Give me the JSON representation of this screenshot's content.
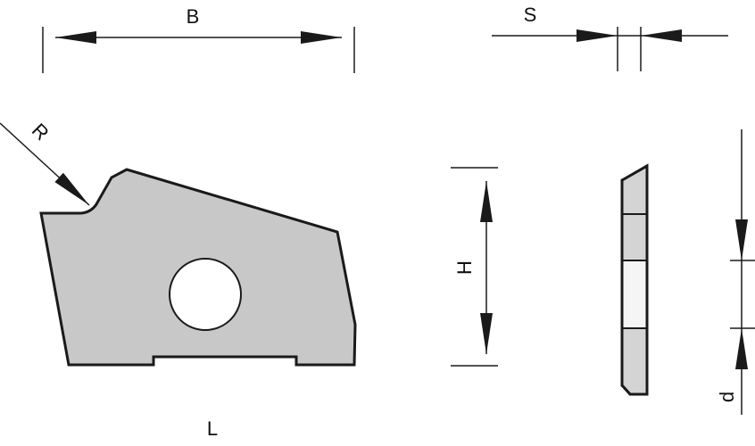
{
  "labels": {
    "B": "B",
    "S": "S",
    "R": "R",
    "H": "H",
    "d": "d",
    "L": "L"
  },
  "colors": {
    "line": "#1a1a1a",
    "body_fill": "#c8c8c8",
    "side_fill": "#d4d4d4",
    "side_bore_fill": "#f5f5f5"
  }
}
